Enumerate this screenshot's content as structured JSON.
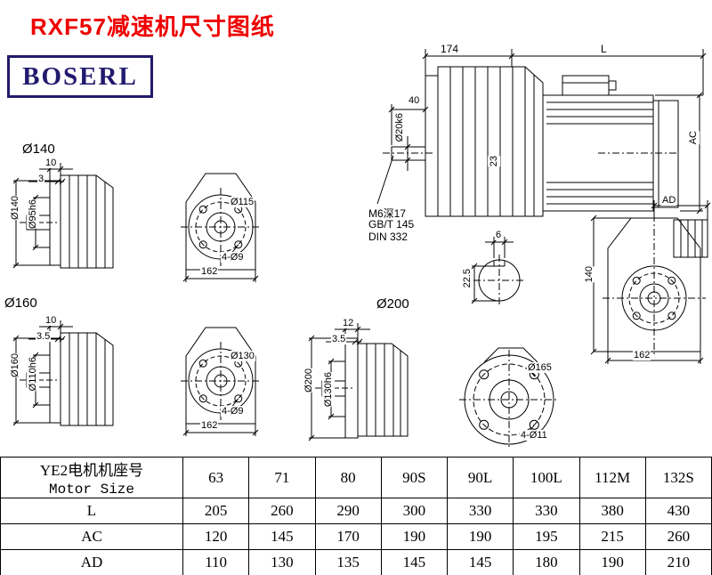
{
  "page": {
    "title": "RXF57减速机尺寸图纸",
    "logo": "BOSERL"
  },
  "units": {
    "u140": {
      "heading": "Ø140",
      "side": {
        "dim_flange": "10",
        "dim_step": "3",
        "dia_body": "Ø140",
        "dia_spigot": "Ø95h6"
      },
      "front": {
        "bolt_circle": "Ø115",
        "holes": "4-Ø9",
        "width": "162"
      }
    },
    "u160": {
      "heading": "Ø160",
      "side": {
        "dim_flange": "10",
        "dim_step": "3.5",
        "dia_body": "Ø160",
        "dia_spigot": "Ø110h6"
      },
      "front": {
        "bolt_circle": "Ø130",
        "holes": "4-Ø9",
        "width": "162"
      }
    },
    "u200": {
      "heading": "Ø200",
      "side": {
        "dim_flange": "12",
        "dim_step": "3.5",
        "dia_body": "Ø200",
        "dia_spigot": "Ø130h6"
      },
      "front": {
        "bolt_circle": "Ø165",
        "holes": "4-Ø11"
      }
    }
  },
  "main_view": {
    "span_gear": "174",
    "span_motor": "L",
    "shaft_len": "40",
    "shaft_dia": "Ø20k6",
    "dim_23": "23",
    "dim_ac": "AC",
    "tap_note": "M6深17",
    "std_gb": "GB/T 145",
    "std_din": "DIN 332"
  },
  "keyway_view": {
    "key_width": "6",
    "key_height": "22.5"
  },
  "side_view": {
    "dim_ad": "AD",
    "dim_140": "140",
    "dim_162": "162"
  },
  "table": {
    "header_cn": "YE2电机机座号",
    "header_en": "Motor Size",
    "sizes": [
      "63",
      "71",
      "80",
      "90S",
      "90L",
      "100L",
      "112M",
      "132S"
    ],
    "rows": [
      {
        "label": "L",
        "values": [
          "205",
          "260",
          "290",
          "300",
          "330",
          "330",
          "380",
          "430"
        ]
      },
      {
        "label": "AC",
        "values": [
          "120",
          "145",
          "170",
          "190",
          "190",
          "195",
          "215",
          "260"
        ]
      },
      {
        "label": "AD",
        "values": [
          "110",
          "130",
          "135",
          "145",
          "145",
          "180",
          "190",
          "210"
        ]
      }
    ]
  }
}
